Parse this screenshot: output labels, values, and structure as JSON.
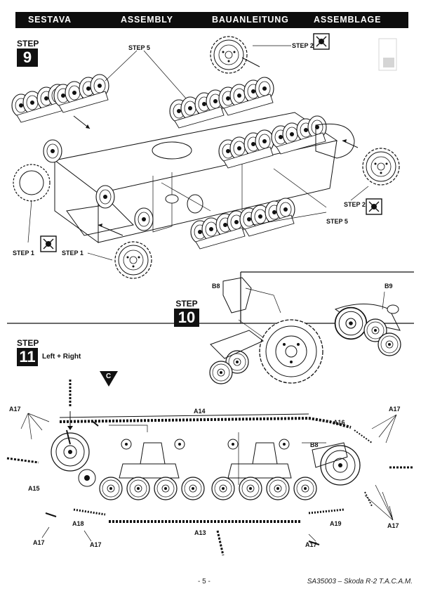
{
  "header": {
    "col1": "SESTAVA",
    "col2": "ASSEMBLY",
    "col3": "BAUANLEITUNG",
    "col4": "ASSEMBLAGE"
  },
  "steps": {
    "s9": {
      "word": "STEP",
      "num": "9"
    },
    "s10": {
      "word": "STEP",
      "num": "10"
    },
    "s11": {
      "word": "STEP",
      "num": "11",
      "note": "Left + Right"
    }
  },
  "callouts": {
    "step5_top": "STEP 5",
    "step2_top": "STEP 2",
    "step2_right": "STEP 2",
    "step5_bottom": "STEP 5",
    "step1_left": "STEP 1",
    "step1_right": "STEP 1",
    "c_marker": "C"
  },
  "parts": {
    "b8_upper": "B8",
    "b9": "B9",
    "a14": "A14",
    "a16": "A16",
    "b8_lower": "B8",
    "a15": "A15",
    "a13": "A13",
    "a18": "A18",
    "a19": "A19",
    "a17_list": [
      "A17",
      "A17",
      "A17",
      "A17",
      "A17",
      "A17"
    ]
  },
  "footer": {
    "page": "- 5 -",
    "title": "SA35003 – Skoda R-2 T.A.C.A.M."
  },
  "icons": [
    "no-glue-icon",
    "road-wheel-icon",
    "sprocket-icon",
    "track-link-icon",
    "c-marker-icon"
  ]
}
